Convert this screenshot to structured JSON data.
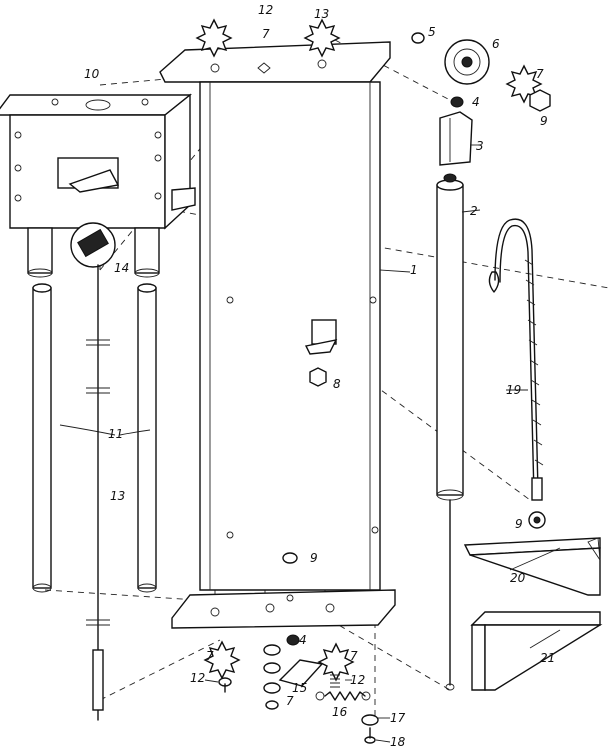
{
  "callouts": [
    {
      "id": "c1",
      "text": "1"
    },
    {
      "id": "c2",
      "text": "2"
    },
    {
      "id": "c3",
      "text": "3"
    },
    {
      "id": "c4a",
      "text": "4"
    },
    {
      "id": "c4b",
      "text": "4"
    },
    {
      "id": "c5",
      "text": "5"
    },
    {
      "id": "c6",
      "text": "6"
    },
    {
      "id": "c7a",
      "text": "7"
    },
    {
      "id": "c7b",
      "text": "7"
    },
    {
      "id": "c7c",
      "text": "7"
    },
    {
      "id": "c7d",
      "text": "7"
    },
    {
      "id": "c7e",
      "text": "7"
    },
    {
      "id": "c8",
      "text": "8"
    },
    {
      "id": "c9a",
      "text": "9"
    },
    {
      "id": "c9b",
      "text": "9"
    },
    {
      "id": "c9c",
      "text": "9"
    },
    {
      "id": "c10",
      "text": "10"
    },
    {
      "id": "c11",
      "text": "11"
    },
    {
      "id": "c12a",
      "text": "12"
    },
    {
      "id": "c12b",
      "text": "12"
    },
    {
      "id": "c12c",
      "text": "12"
    },
    {
      "id": "c13",
      "text": "13"
    },
    {
      "id": "c13b",
      "text": "13"
    },
    {
      "id": "c14",
      "text": "14"
    },
    {
      "id": "c15",
      "text": "15"
    },
    {
      "id": "c16",
      "text": "16"
    },
    {
      "id": "c17",
      "text": "17"
    },
    {
      "id": "c18",
      "text": "18"
    },
    {
      "id": "c19",
      "text": "19"
    },
    {
      "id": "c20",
      "text": "20"
    },
    {
      "id": "c21",
      "text": "21"
    }
  ]
}
